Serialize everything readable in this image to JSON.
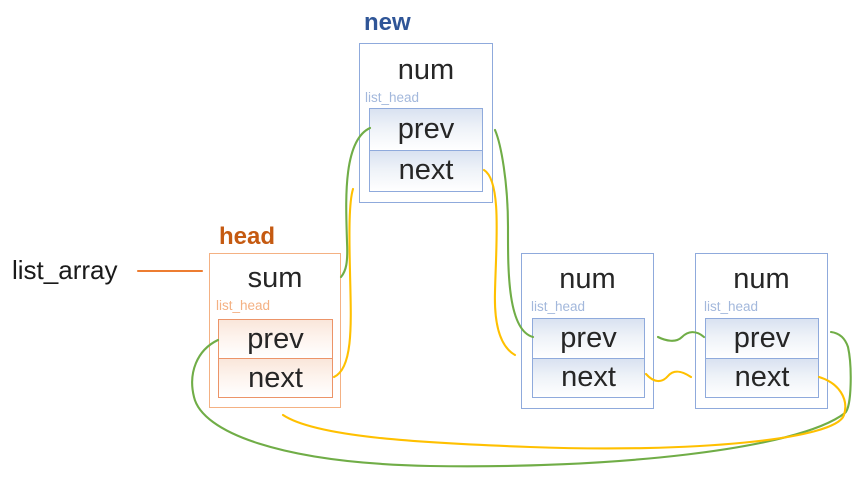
{
  "pointer_label": "list_array",
  "nodes": [
    {
      "id": "new",
      "label": "new",
      "title": "num",
      "group_label": "list_head",
      "fields": [
        "prev",
        "next"
      ],
      "style": "blue"
    },
    {
      "id": "head",
      "label": "head",
      "title": "sum",
      "group_label": "list_head",
      "fields": [
        "prev",
        "next"
      ],
      "style": "orange"
    },
    {
      "id": "num2",
      "label": "",
      "title": "num",
      "group_label": "list_head",
      "fields": [
        "prev",
        "next"
      ],
      "style": "blue"
    },
    {
      "id": "num3",
      "label": "",
      "title": "num",
      "group_label": "list_head",
      "fields": [
        "prev",
        "next"
      ],
      "style": "blue"
    }
  ],
  "edges": [
    {
      "from": "list_array",
      "to": "head",
      "color": "#ED7D31"
    },
    {
      "from": "head.next",
      "to": "new",
      "color": "#FFC000"
    },
    {
      "from": "new.prev",
      "to": "head",
      "color": "#70AD47"
    },
    {
      "from": "new.next",
      "to": "num2",
      "color": "#FFC000"
    },
    {
      "from": "num2.prev",
      "to": "new",
      "color": "#70AD47"
    },
    {
      "from": "num2.next",
      "to": "num3",
      "color": "#FFC000"
    },
    {
      "from": "num3.prev",
      "to": "num2",
      "color": "#70AD47"
    },
    {
      "from": "num3.next",
      "to": "head",
      "color": "#FFC000"
    },
    {
      "from": "head.prev",
      "to": "num3",
      "color": "#70AD47"
    }
  ],
  "colors": {
    "blue_border": "#8FAADC",
    "blue_label": "#2F5597",
    "blue_sub_label": "#A3B8DC",
    "orange_border": "#F4B183",
    "orange_inner_border": "#EC9468",
    "orange_label": "#C55A11",
    "green_arrow": "#70AD47",
    "yellow_arrow": "#FFC000",
    "orange_arrow": "#ED7D31",
    "text": "#262626"
  }
}
